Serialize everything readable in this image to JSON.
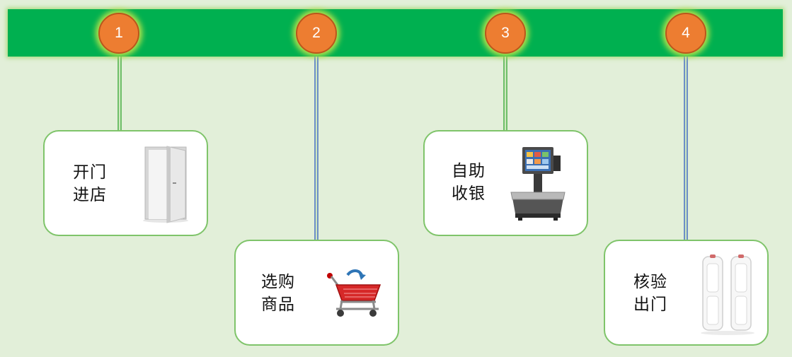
{
  "steps": [
    {
      "number": "1",
      "line1": "开门",
      "line2": "进店",
      "icon": "door-icon"
    },
    {
      "number": "2",
      "line1": "选购",
      "line2": "商品",
      "icon": "shopping-cart-icon"
    },
    {
      "number": "3",
      "line1": "自助",
      "line2": "收银",
      "icon": "cash-register-scale-icon"
    },
    {
      "number": "4",
      "line1": "核验",
      "line2": "出门",
      "icon": "security-gate-icon"
    }
  ],
  "colors": {
    "background": "#e2efd9",
    "band": "#00b050",
    "badge": "#ed7d31",
    "card_border": "#7fc46a"
  }
}
